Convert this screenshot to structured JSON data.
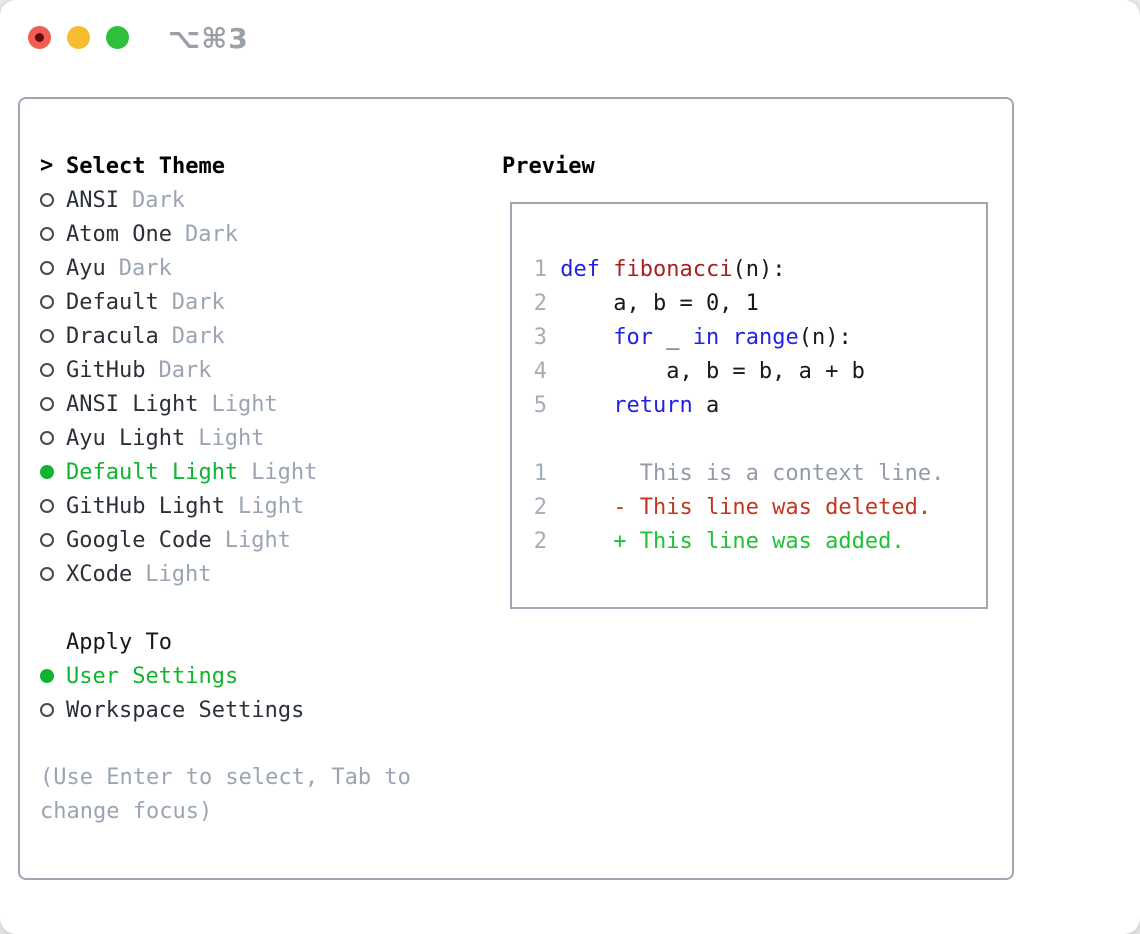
{
  "window": {
    "shortcut": "⌥⌘3"
  },
  "colors": {
    "selected_green": "#10b42e",
    "keyword_blue": "#2222e4",
    "function_red": "#ab1f1f",
    "diff_deleted_red": "#c4361f",
    "diff_added_green": "#1dc235",
    "muted_gray": "#9aa5b1",
    "border_gray": "#9fa8b2",
    "traffic_red": "#f25c54",
    "traffic_yellow": "#f6bd30",
    "traffic_green": "#2ec03d"
  },
  "theme_panel": {
    "title": {
      "prompt": ">",
      "label": "Select Theme"
    },
    "themes": [
      {
        "label": "ANSI",
        "variant": "Dark",
        "selected": false
      },
      {
        "label": "Atom One",
        "variant": "Dark",
        "selected": false
      },
      {
        "label": "Ayu",
        "variant": "Dark",
        "selected": false
      },
      {
        "label": "Default",
        "variant": "Dark",
        "selected": false
      },
      {
        "label": "Dracula",
        "variant": "Dark",
        "selected": false
      },
      {
        "label": "GitHub",
        "variant": "Dark",
        "selected": false
      },
      {
        "label": "ANSI Light",
        "variant": "Light",
        "selected": false
      },
      {
        "label": "Ayu Light",
        "variant": "Light",
        "selected": false
      },
      {
        "label": "Default Light",
        "variant": "Light",
        "selected": true
      },
      {
        "label": "GitHub Light",
        "variant": "Light",
        "selected": false
      },
      {
        "label": "Google Code",
        "variant": "Light",
        "selected": false
      },
      {
        "label": "XCode",
        "variant": "Light",
        "selected": false
      }
    ],
    "apply_to": {
      "heading": "Apply To",
      "options": [
        {
          "label": "User Settings",
          "selected": true
        },
        {
          "label": "Workspace Settings",
          "selected": false
        }
      ]
    },
    "hint": "(Use Enter to select, Tab to change focus)"
  },
  "preview": {
    "heading": "Preview",
    "lines": [
      {
        "num": "1",
        "kind": "code",
        "segs": [
          {
            "t": " ",
            "c": "p"
          },
          {
            "t": "def",
            "c": "k"
          },
          {
            "t": " ",
            "c": "p"
          },
          {
            "t": "fibonacci",
            "c": "f"
          },
          {
            "t": "(n):",
            "c": "p"
          }
        ]
      },
      {
        "num": "2",
        "kind": "code",
        "segs": [
          {
            "t": "     a, b = 0, 1",
            "c": "p"
          }
        ]
      },
      {
        "num": "3",
        "kind": "code",
        "segs": [
          {
            "t": "     ",
            "c": "p"
          },
          {
            "t": "for",
            "c": "k"
          },
          {
            "t": " _ ",
            "c": "p"
          },
          {
            "t": "in",
            "c": "k"
          },
          {
            "t": " ",
            "c": "p"
          },
          {
            "t": "range",
            "c": "k"
          },
          {
            "t": "(n):",
            "c": "p"
          }
        ]
      },
      {
        "num": "4",
        "kind": "code",
        "segs": [
          {
            "t": "         a, b = b, a + b",
            "c": "p"
          }
        ]
      },
      {
        "num": "5",
        "kind": "code",
        "segs": [
          {
            "t": "     ",
            "c": "p"
          },
          {
            "t": "return",
            "c": "k"
          },
          {
            "t": " a",
            "c": "p"
          }
        ]
      },
      {
        "num": "",
        "kind": "blank",
        "segs": []
      },
      {
        "num": "1",
        "kind": "context",
        "segs": [
          {
            "t": "       This is a context line.",
            "c": "ctx"
          }
        ]
      },
      {
        "num": "2",
        "kind": "deleted",
        "segs": [
          {
            "t": "     - This line was deleted.",
            "c": "del"
          }
        ]
      },
      {
        "num": "2",
        "kind": "added",
        "segs": [
          {
            "t": "     + This line was added.",
            "c": "add"
          }
        ]
      }
    ]
  }
}
